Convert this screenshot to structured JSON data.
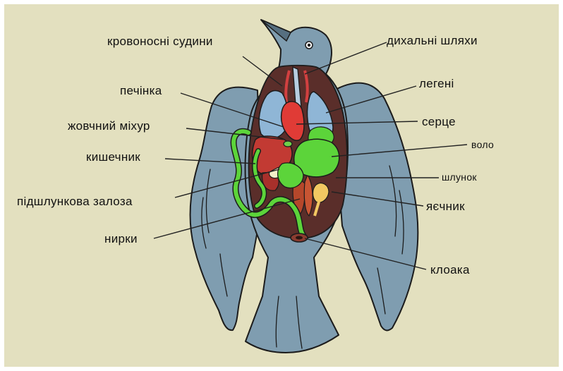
{
  "colors": {
    "background": "#e3e0bf",
    "body": "#7f9db0",
    "cavity": "#5a2e2a",
    "lungs": "#8fb6d6",
    "liver": "#c23a33",
    "heart": "#e03b36",
    "digestive": "#5cd43a",
    "yolk": "#f2c862",
    "kidney": "#b5472b"
  },
  "labels": {
    "blood_vessels": "кровоносні судини",
    "airways": "дихальні шляхи",
    "liver": "печінка",
    "lungs": "легені",
    "gallbladder": "жовчний міхур",
    "heart": "серце",
    "crop": "воло",
    "intestine": "кишечник",
    "stomach": "шлунок",
    "pancreas": "підшлункова залоза",
    "ovary": "яєчник",
    "kidneys": "нирки",
    "cloaca": "клоака"
  }
}
